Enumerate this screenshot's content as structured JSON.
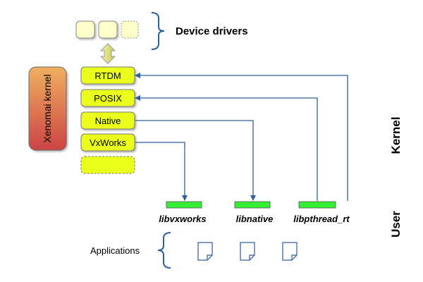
{
  "device_drivers_label": "Device drivers",
  "kernel_box_label": "Xenomai kernel",
  "skins": [
    {
      "label": "RTDM"
    },
    {
      "label": "POSIX"
    },
    {
      "label": "Native"
    },
    {
      "label": "VxWorks"
    },
    {
      "label": ""
    }
  ],
  "libraries": [
    {
      "label": "libvxworks"
    },
    {
      "label": "libnative"
    },
    {
      "label": "libpthread_rt"
    }
  ],
  "applications_label": "Applications",
  "side_labels": {
    "kernel": "Kernel",
    "user": "User"
  },
  "colors": {
    "skin_fill": "#eaff1a",
    "driver_fill": "#ffffcc",
    "lib_fill": "#33ee33",
    "arrow": "#2e5e9e",
    "kernel_box_top": "#e8a060",
    "kernel_box_bottom": "#cc4444",
    "brace": "#2e5e9e"
  }
}
